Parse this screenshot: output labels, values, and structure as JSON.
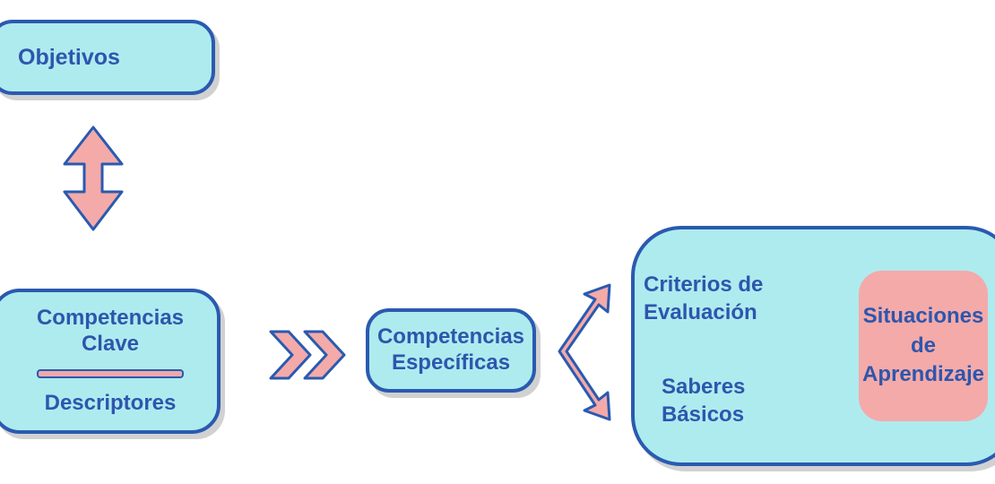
{
  "objetivos": {
    "label": "Objetivos"
  },
  "competencias_clave": {
    "line1": "Competencias",
    "line2": "Clave",
    "descriptores": "Descriptores"
  },
  "competencias_especificas": {
    "line1": "Competencias",
    "line2": "Específicas"
  },
  "criterios": {
    "line1": "Criterios de",
    "line2": "Evaluación"
  },
  "saberes": {
    "line1": "Saberes",
    "line2": "Básicos"
  },
  "situaciones": {
    "line1": "Situaciones",
    "line2": "de",
    "line3": "Aprendizaje"
  },
  "colors": {
    "box_fill": "#aeebef",
    "border": "#2a5ab0",
    "text": "#2e56ad",
    "accent_pink": "#f4aaa9"
  }
}
